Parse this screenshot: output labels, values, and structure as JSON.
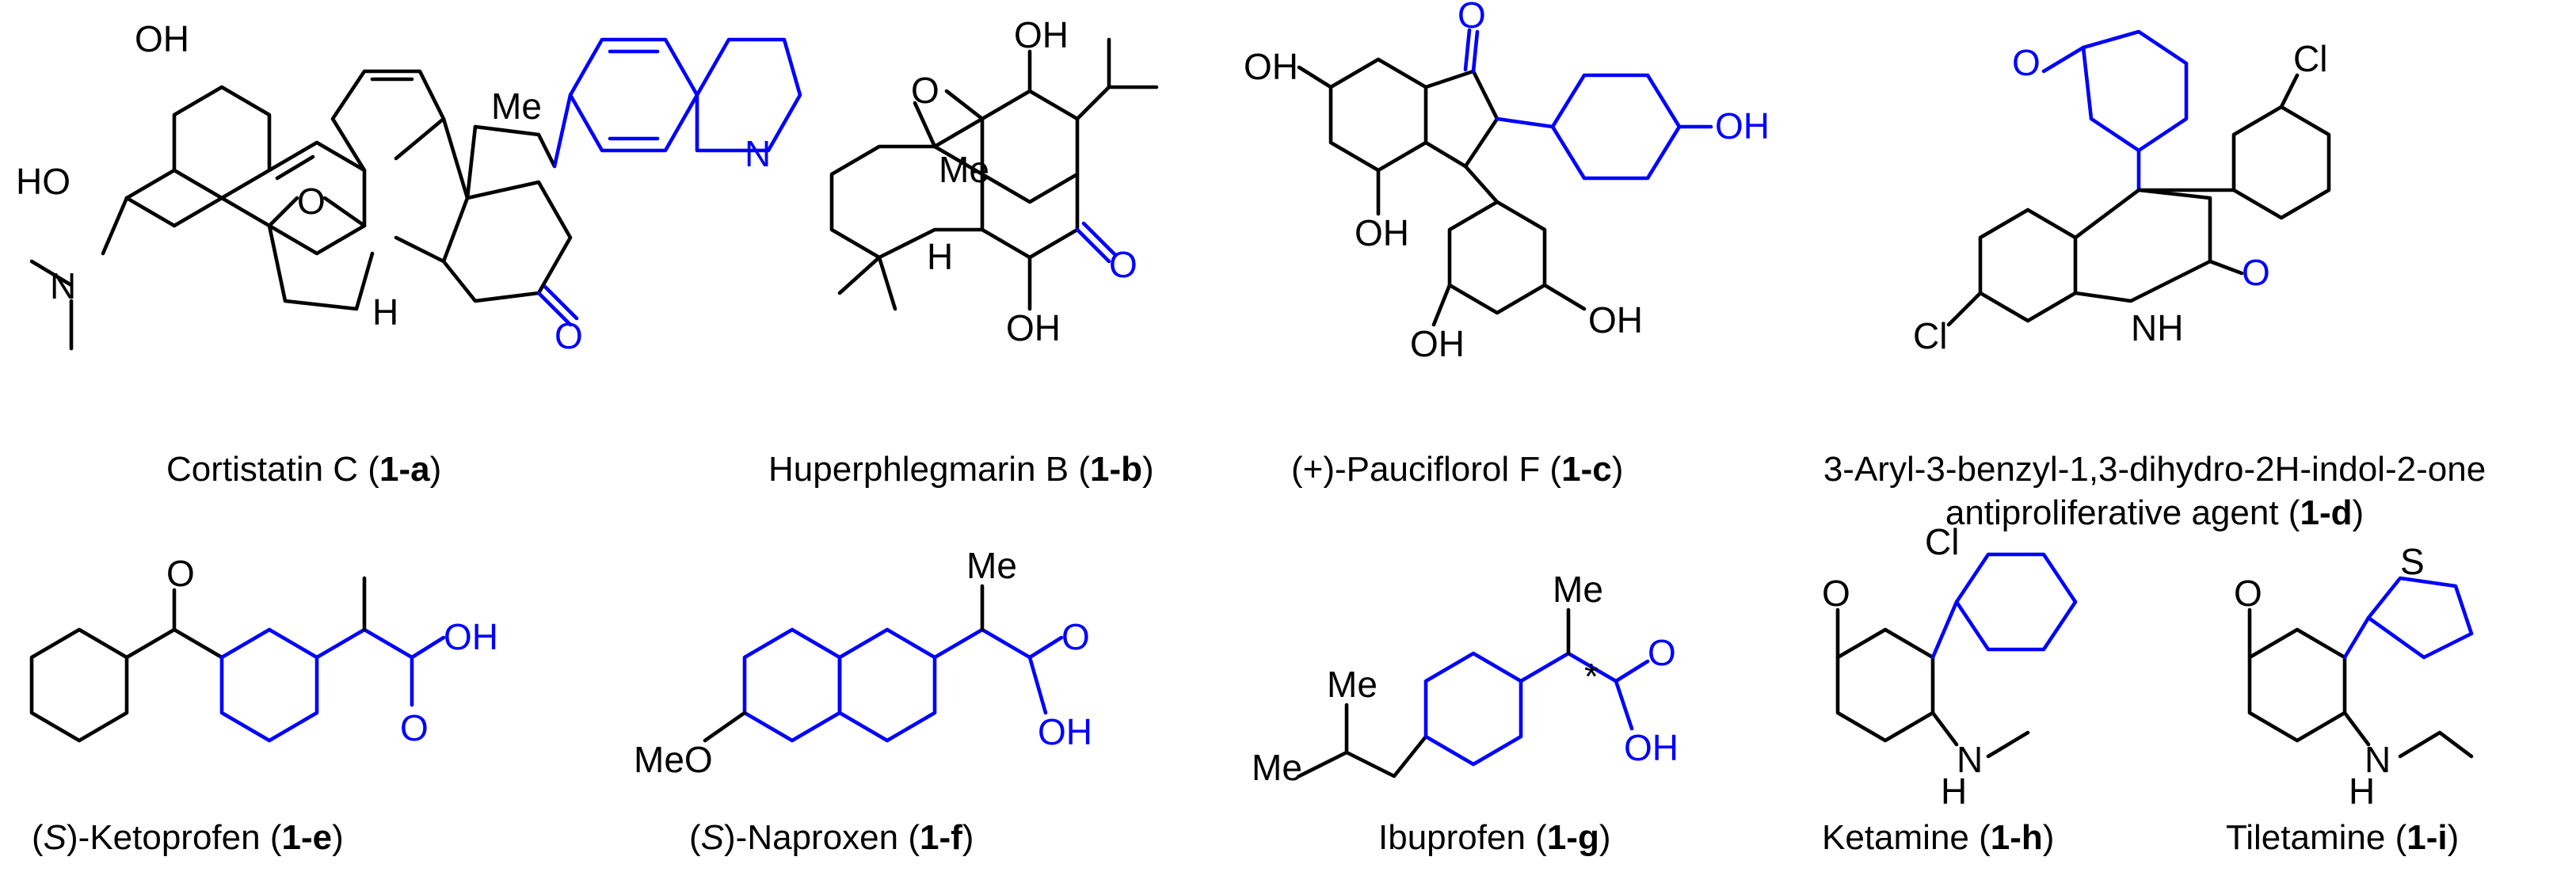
{
  "compounds": [
    {
      "id": "1-a",
      "name": "Cortistatin C",
      "prefix": "",
      "suffix": ""
    },
    {
      "id": "1-b",
      "name": "Huperphlegmarin B",
      "prefix": "",
      "suffix": ""
    },
    {
      "id": "1-c",
      "name": "Pauciflorol F",
      "prefix": "(+)-",
      "suffix": ""
    },
    {
      "id": "1-d",
      "name": "3-Aryl-3-benzyl-1,3-dihydro-2H-indol-2-one",
      "line2": "antiproliferative agent"
    },
    {
      "id": "1-e",
      "name": "-Ketoprofen",
      "stereo": "S"
    },
    {
      "id": "1-f",
      "name": "-Naproxen",
      "stereo": "S"
    },
    {
      "id": "1-g",
      "name": "Ibuprofen"
    },
    {
      "id": "1-h",
      "name": "Ketamine"
    },
    {
      "id": "1-i",
      "name": "Tiletamine"
    }
  ],
  "atoms": {
    "OH": "OH",
    "HO": "HO",
    "O": "O",
    "N": "N",
    "H": "H",
    "Me": "Me",
    "Cl": "Cl",
    "S": "S",
    "MeO": "MeO",
    "NH": "NH",
    "star": "*"
  },
  "colors": {
    "highlight": "#0000ff",
    "base": "#000000"
  }
}
